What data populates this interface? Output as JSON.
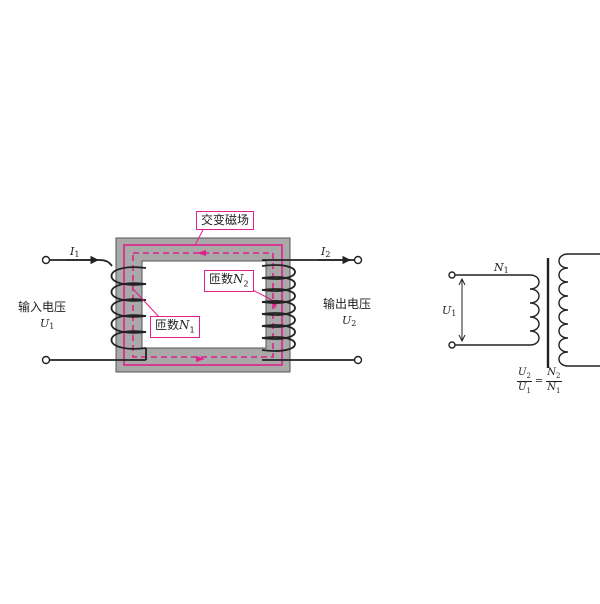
{
  "left_diagram": {
    "field_label": "交变磁场",
    "turns_primary_label": "匝数",
    "turns_primary_symbol": "N",
    "turns_primary_sub": "1",
    "turns_secondary_label": "匝数",
    "turns_secondary_symbol": "N",
    "turns_secondary_sub": "2",
    "input_current_symbol": "I",
    "input_current_sub": "1",
    "output_current_symbol": "I",
    "output_current_sub": "2",
    "input_voltage_label": "输入电压",
    "input_voltage_symbol": "U",
    "input_voltage_sub": "1",
    "output_voltage_label": "输出电压",
    "output_voltage_symbol": "U",
    "output_voltage_sub": "2"
  },
  "right_diagram": {
    "turns_symbol": "N",
    "turns_sub": "1",
    "voltage_symbol": "U",
    "voltage_sub": "1",
    "ratio_lhs_num": "U",
    "ratio_lhs_num_sub": "2",
    "ratio_lhs_den": "U",
    "ratio_lhs_den_sub": "1",
    "ratio_eq": "=",
    "ratio_rhs_num": "N",
    "ratio_rhs_num_sub": "2",
    "ratio_rhs_den": "N",
    "ratio_rhs_den_sub": "1"
  },
  "colors": {
    "core": "#a9a9a9",
    "core_edge": "#555555",
    "flux": "#e0218a",
    "wire": "#222222"
  }
}
